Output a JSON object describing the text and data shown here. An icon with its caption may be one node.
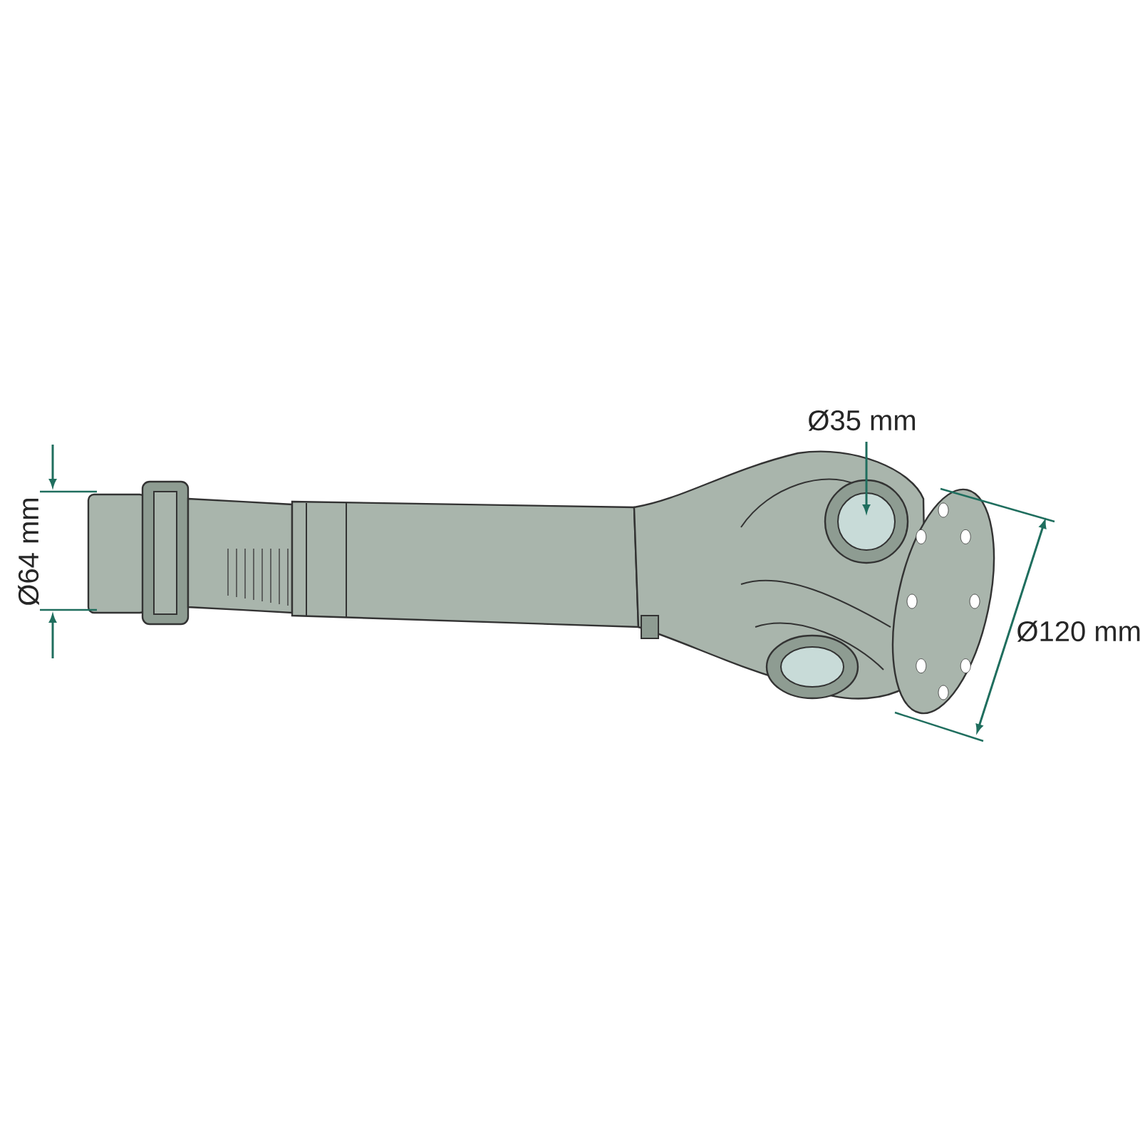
{
  "diagram": {
    "labels": [
      "Ø35 mm",
      "Ø64 mm",
      "Ø120 mm"
    ]
  }
}
